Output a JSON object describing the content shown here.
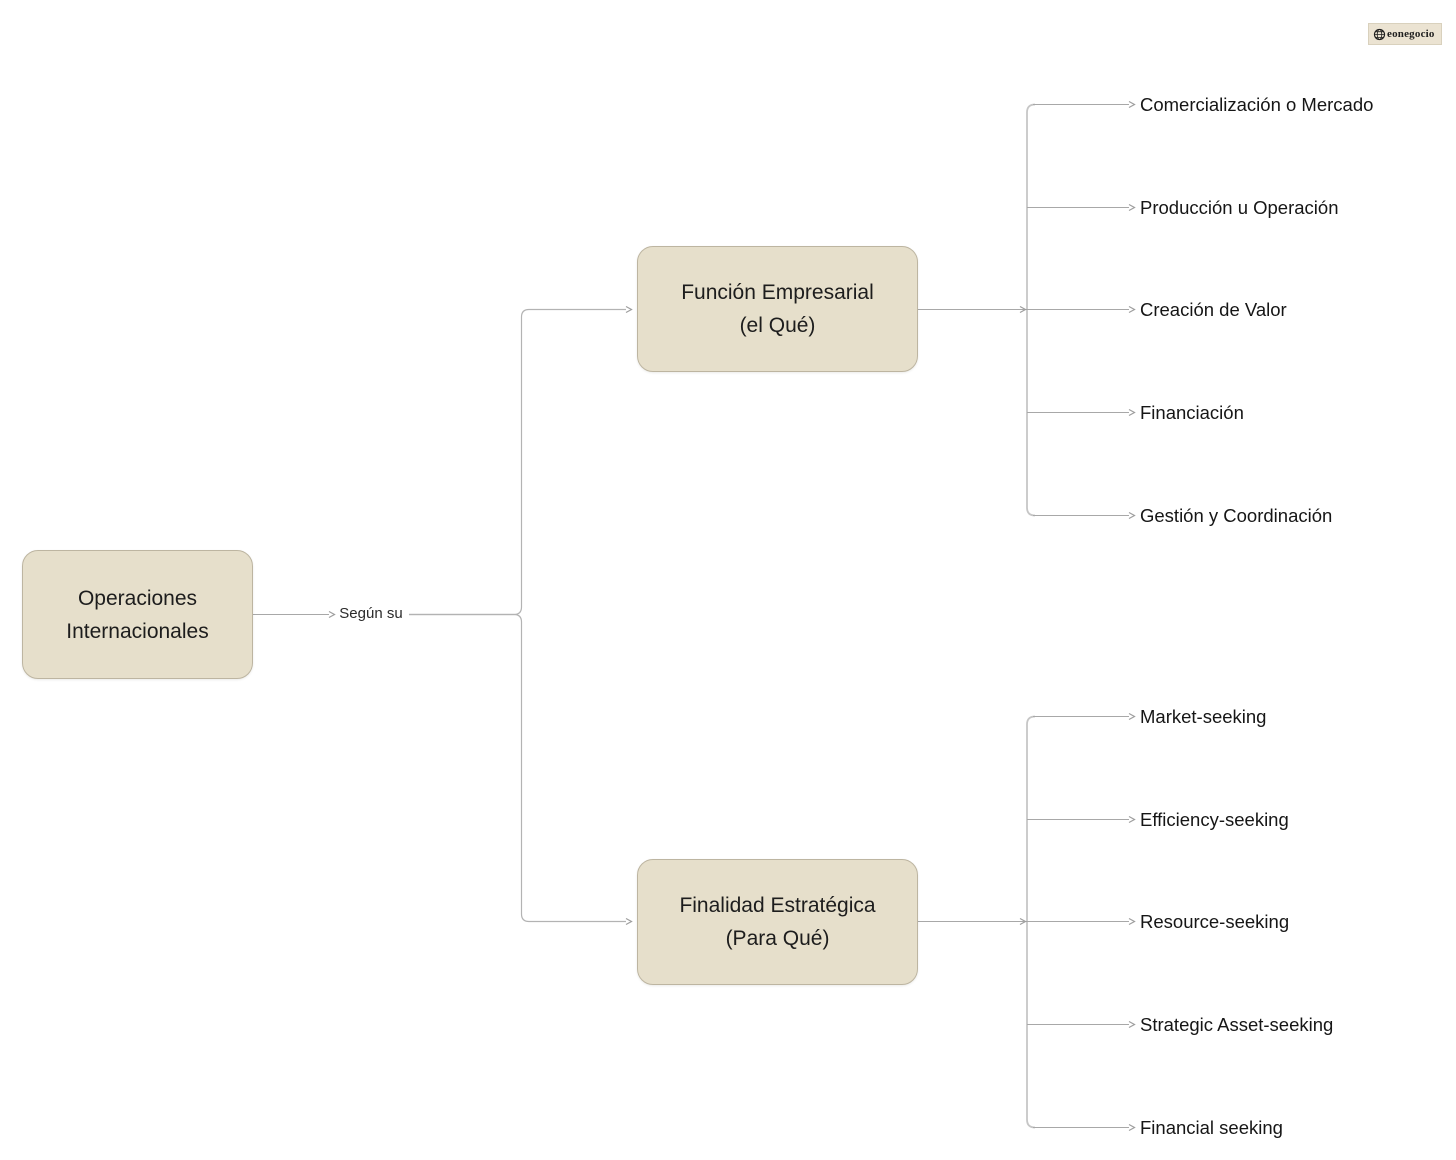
{
  "brand": {
    "name": "Geonegocio",
    "wordmark_after_icon": "eonegocio"
  },
  "diagram": {
    "root": {
      "lines": [
        "Operaciones",
        "Internacionales"
      ]
    },
    "edge_label": "Según su",
    "branches": [
      {
        "lines": [
          "Función Empresarial",
          "(el Qué)"
        ],
        "children": [
          "Comercialización o Mercado",
          "Producción u Operación",
          "Creación de Valor",
          "Financiación",
          "Gestión y Coordinación"
        ]
      },
      {
        "lines": [
          "Finalidad Estratégica",
          "(Para Qué)"
        ],
        "children": [
          "Market-seeking",
          "Efficiency-seeking",
          "Resource-seeking",
          "Strategic Asset-seeking",
          "Financial seeking"
        ]
      }
    ]
  },
  "colors": {
    "background": "#ffffff",
    "node_fill": "#e6dfcb",
    "node_border": "#bdb5a1",
    "connector": "#a8a8a8",
    "trunk": "#c6c6c6",
    "text": "#1d1d1d"
  }
}
